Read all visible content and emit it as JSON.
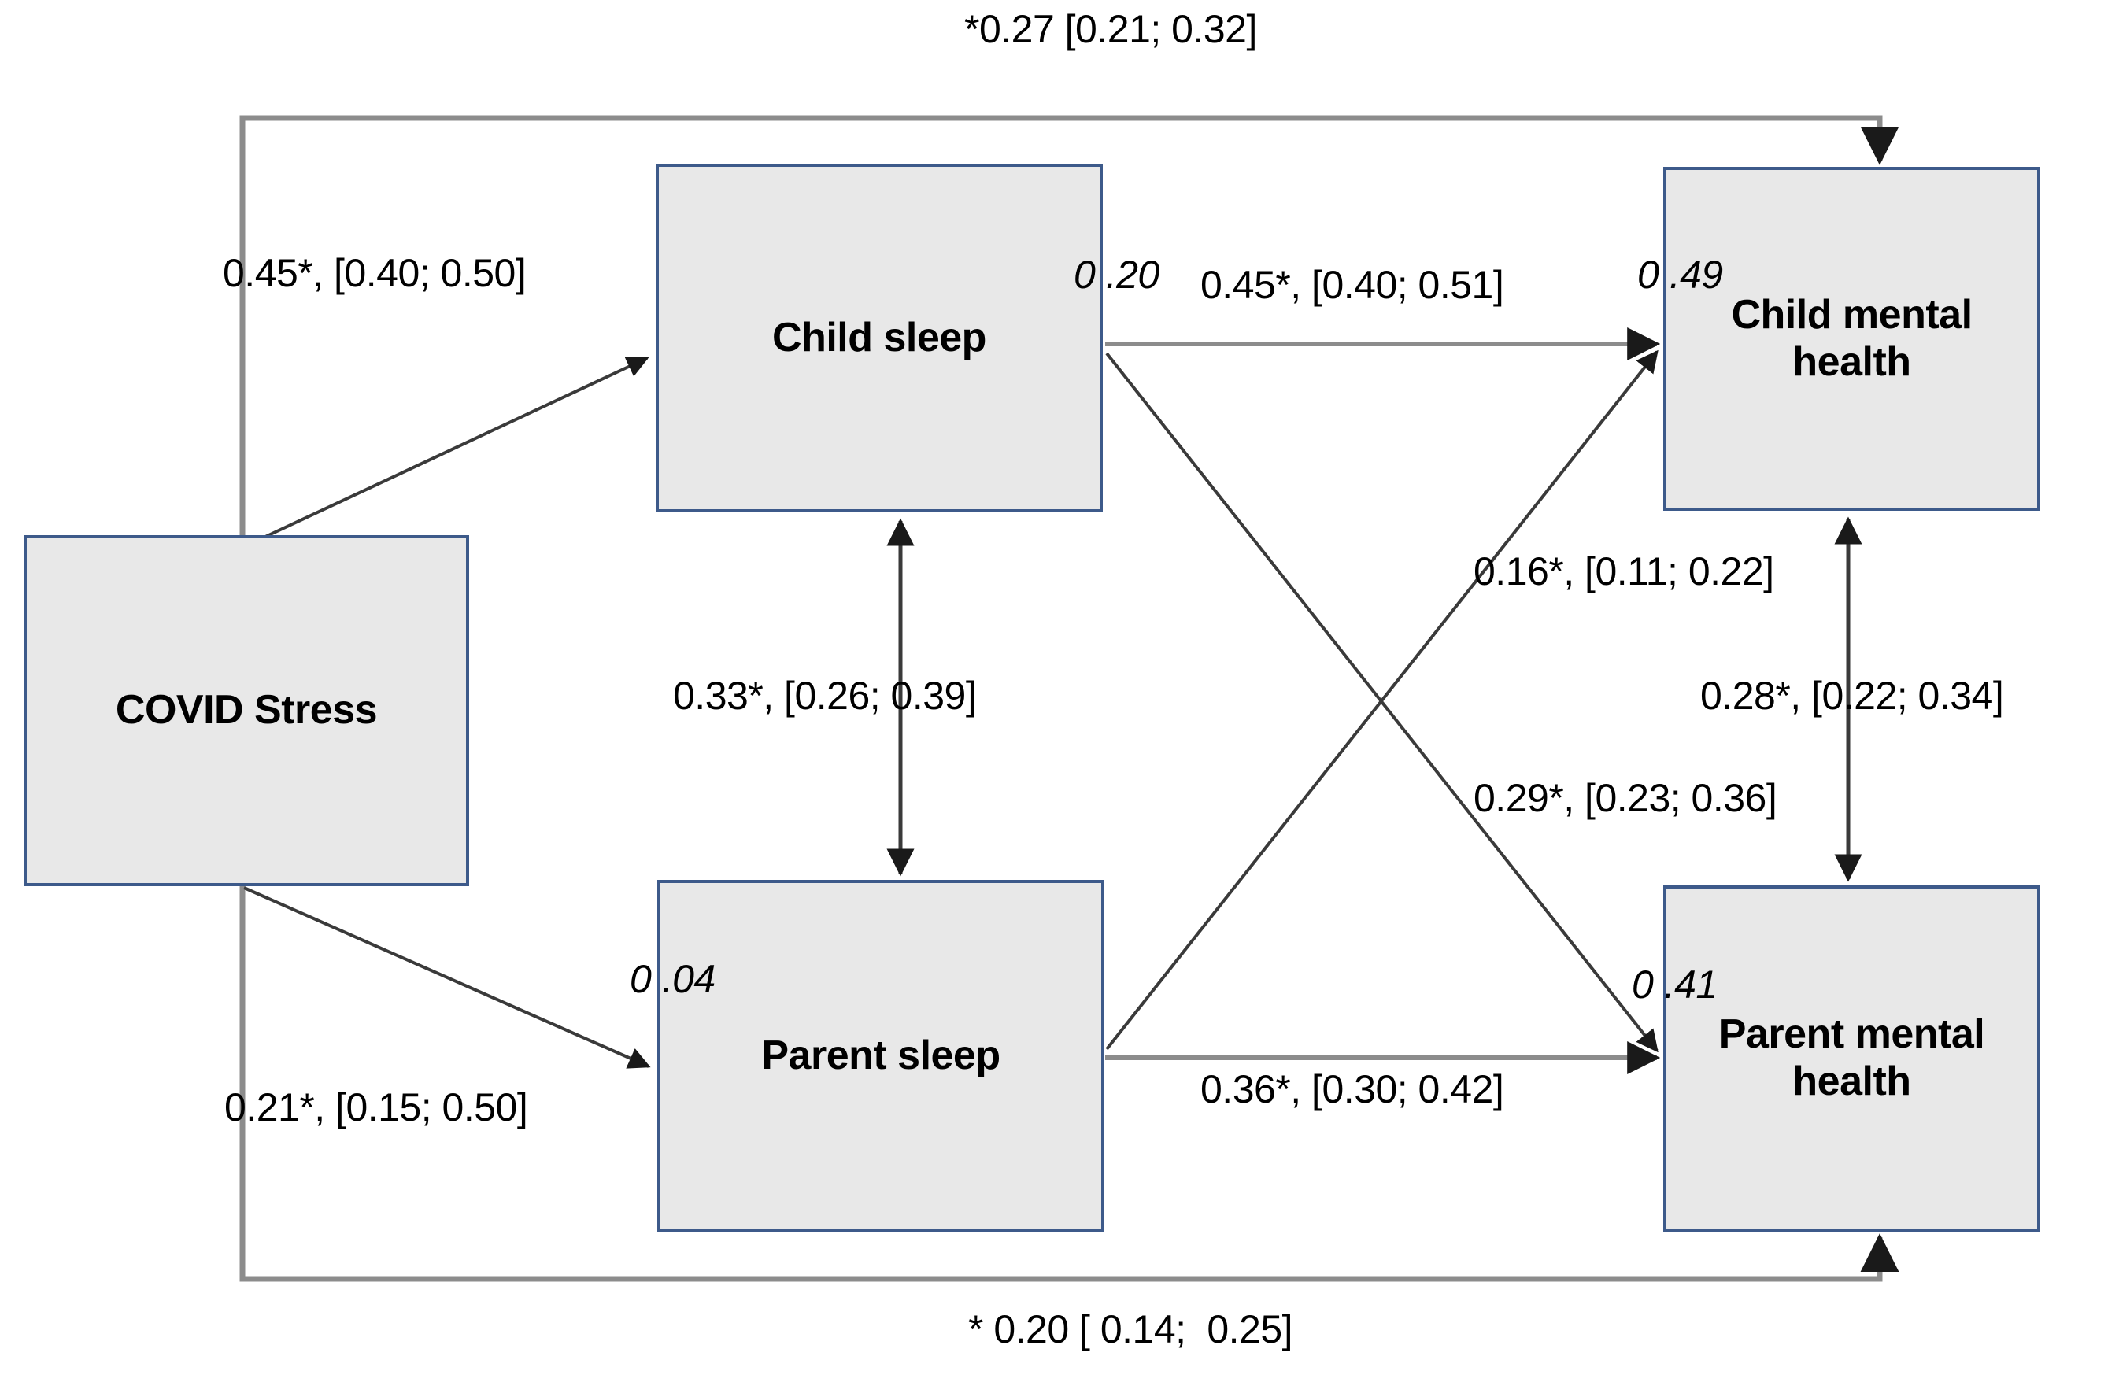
{
  "diagram": {
    "title": "Path model of COVID stress, sleep and mental health",
    "colors": {
      "node_fill": "#e8e8e8",
      "node_border": "#3d5a8a",
      "arrow_dark": "#404040",
      "arrow_gray": "#808080",
      "text": "#000000"
    },
    "nodes": [
      {
        "id": "covid_stress",
        "label": "COVID Stress"
      },
      {
        "id": "child_sleep",
        "label": "Child sleep"
      },
      {
        "id": "parent_sleep",
        "label": "Parent sleep"
      },
      {
        "id": "child_mh",
        "label": "Child mental\nhealth"
      },
      {
        "id": "parent_mh",
        "label": "Parent mental\nhealth"
      }
    ],
    "r2_values": [
      {
        "node": "child_sleep",
        "value": "0 .20"
      },
      {
        "node": "child_mh",
        "value": "0 .49"
      },
      {
        "node": "parent_sleep",
        "value": "0 .04"
      },
      {
        "node": "parent_mh",
        "value": "0 .41"
      }
    ],
    "paths": [
      {
        "id": "covid_to_child_mh",
        "from": "covid_stress",
        "to": "child_mh",
        "label": "*0.27 [0.21; 0.32]",
        "estimate": 0.27,
        "ci": [
          0.21,
          0.32
        ],
        "significant": true,
        "style": "routed-top"
      },
      {
        "id": "covid_to_parent_mh",
        "from": "covid_stress",
        "to": "parent_mh",
        "label": "* 0.20 [ 0.14;  0.25]",
        "estimate": 0.2,
        "ci": [
          0.14,
          0.25
        ],
        "significant": true,
        "style": "routed-bottom"
      },
      {
        "id": "covid_to_child_sleep",
        "from": "covid_stress",
        "to": "child_sleep",
        "label": "0.45*, [0.40; 0.50]",
        "estimate": 0.45,
        "ci": [
          0.4,
          0.5
        ],
        "significant": true,
        "style": "diagonal"
      },
      {
        "id": "covid_to_parent_sleep",
        "from": "covid_stress",
        "to": "parent_sleep",
        "label": "0.21*, [0.15; 0.50]",
        "estimate": 0.21,
        "ci": [
          0.15,
          0.5
        ],
        "significant": true,
        "style": "diagonal"
      },
      {
        "id": "child_sleep_to_child_mh",
        "from": "child_sleep",
        "to": "child_mh",
        "label": "0.45*, [0.40; 0.51]",
        "estimate": 0.45,
        "ci": [
          0.4,
          0.51
        ],
        "significant": true,
        "style": "horizontal"
      },
      {
        "id": "parent_sleep_to_child_mh",
        "from": "parent_sleep",
        "to": "child_mh",
        "label": "0.16*, [0.11; 0.22]",
        "estimate": 0.16,
        "ci": [
          0.11,
          0.22
        ],
        "significant": true,
        "style": "cross"
      },
      {
        "id": "child_sleep_to_parent_mh",
        "from": "child_sleep",
        "to": "parent_mh",
        "label": "0.29*, [0.23; 0.36]",
        "estimate": 0.29,
        "ci": [
          0.23,
          0.36
        ],
        "significant": true,
        "style": "cross"
      },
      {
        "id": "parent_sleep_to_parent_mh",
        "from": "parent_sleep",
        "to": "parent_mh",
        "label": "0.36*, [0.30; 0.42]",
        "estimate": 0.36,
        "ci": [
          0.3,
          0.42
        ],
        "significant": true,
        "style": "horizontal"
      },
      {
        "id": "child_sleep_parent_sleep",
        "from": "child_sleep",
        "to": "parent_sleep",
        "label": "0.33*, [0.26; 0.39]",
        "estimate": 0.33,
        "ci": [
          0.26,
          0.39
        ],
        "significant": true,
        "style": "bidirectional-vertical"
      },
      {
        "id": "child_mh_parent_mh",
        "from": "child_mh",
        "to": "parent_mh",
        "label": "0.28*, [0.22; 0.34]",
        "estimate": 0.28,
        "ci": [
          0.22,
          0.34
        ],
        "significant": true,
        "style": "bidirectional-vertical"
      }
    ]
  }
}
